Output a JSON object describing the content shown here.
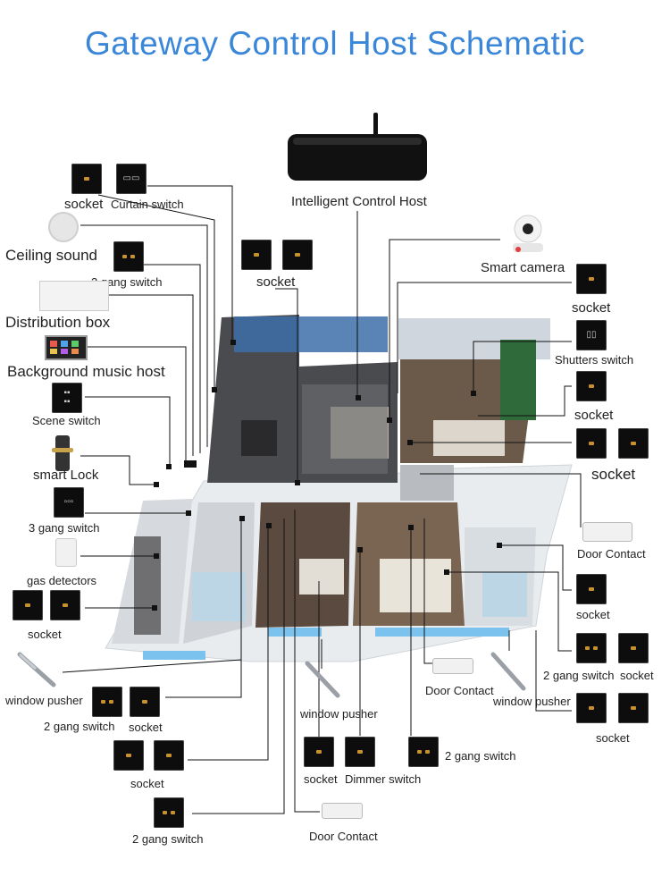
{
  "title": "Gateway Control Host Schematic",
  "colors": {
    "title": "#3a86d8",
    "panel": "#0d0d0d",
    "accent": "#c8912e",
    "line": "#111111"
  },
  "host": {
    "label": "Intelligent Control Host",
    "icon": "router-icon"
  },
  "labels": {
    "socket_tl": "socket",
    "curtain_switch": "Curtain switch",
    "ceiling_sound": "Ceiling sound",
    "gang2_upper": "2 gang switch",
    "socket_top_mid": "socket",
    "smart_camera": "Smart camera",
    "distribution_box": "Distribution box",
    "socket_right1": "socket",
    "background_music_host": "Background music host",
    "shutters_switch": "Shutters switch",
    "scene_switch": "Scene switch",
    "socket_right2": "socket",
    "smart_lock": "smart Lock",
    "socket_right3": "socket",
    "gang3_switch": "3 gang switch",
    "door_contact_right": "Door Contact",
    "gas_detectors": "gas detectors",
    "socket_left_mid": "socket",
    "socket_right4": "socket",
    "window_pusher_left": "window pusher",
    "gang2_right": "2 gang switch",
    "socket_right5": "socket",
    "door_contact_mid": "Door Contact",
    "window_pusher_right": "window pusher",
    "gang2_left_low": "2 gang switch",
    "socket_left_low": "socket",
    "window_pusher_mid": "window pusher",
    "socket_right6": "socket",
    "gang2_center_low": "2 gang switch",
    "socket_center_low": "socket",
    "dimmer_switch": "Dimmer switch",
    "socket_bottom_left": "socket",
    "gang2_bottom": "2 gang switch",
    "door_contact_bottom": "Door Contact"
  }
}
